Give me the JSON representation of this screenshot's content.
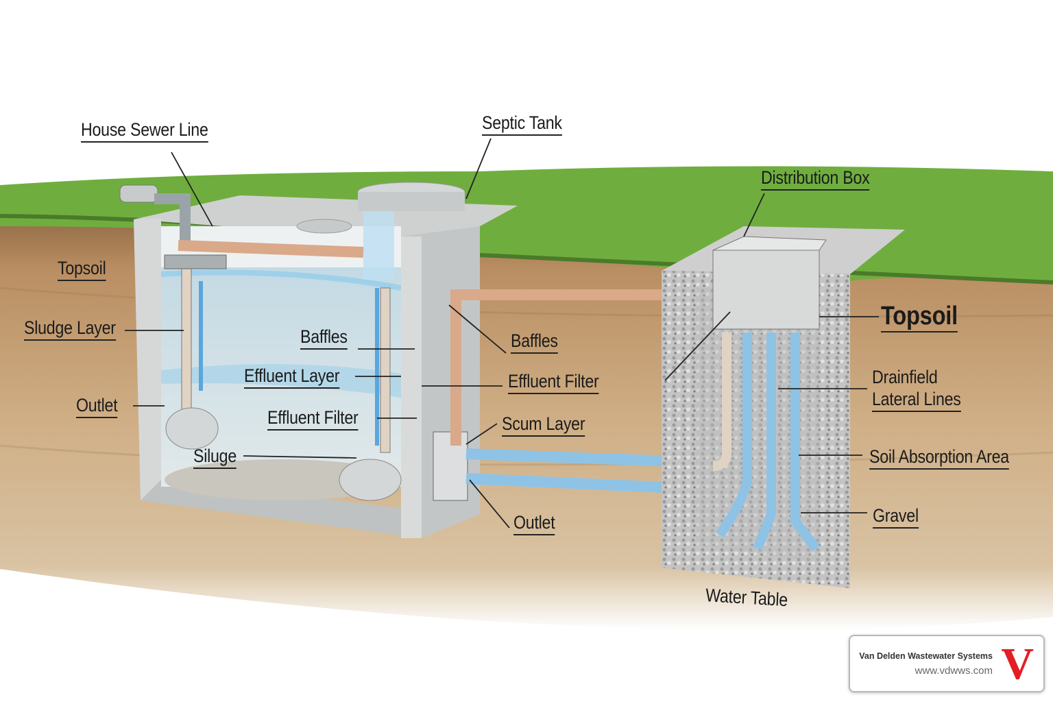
{
  "title_labels": {
    "house_sewer_line": "House Sewer Line",
    "septic_tank": "Septic Tank",
    "distribution_box": "Distribution Box"
  },
  "tank_labels": {
    "topsoil": "Topsoil",
    "sludge_layer": "Sludge Layer",
    "outlet": "Outlet",
    "baffles": "Baffles",
    "effluent_layer": "Effluent Layer",
    "effluent_filter": "Effluent Filter",
    "siluge": "Siluge"
  },
  "middle_labels": {
    "baffles": "Baffles",
    "effluent_filter": "Effluent Filter",
    "scum_layer": "Scum Layer",
    "outlet": "Outlet"
  },
  "drainfield_labels": {
    "topsoil": "Topsoil",
    "drainfield_line1": "Drainfield",
    "drainfield_line2": "Lateral Lines",
    "soil_absorption_area": "Soil Absorption Area",
    "gravel": "Gravel",
    "water_table": "Water Table"
  },
  "logo": {
    "company": "Van Delden Wastewater Systems",
    "url": "www.vdwws.com",
    "mark": "V"
  },
  "colors": {
    "grass": "#6fae3e",
    "soil": "#c9a77c",
    "concrete": "#d6d8d8",
    "water": "#9fd0ea",
    "pipe_tan": "#d9a98a",
    "pipe_blue": "#8fc3e6",
    "gravel": "#b9b9b9",
    "brand_red": "#e41c24"
  }
}
